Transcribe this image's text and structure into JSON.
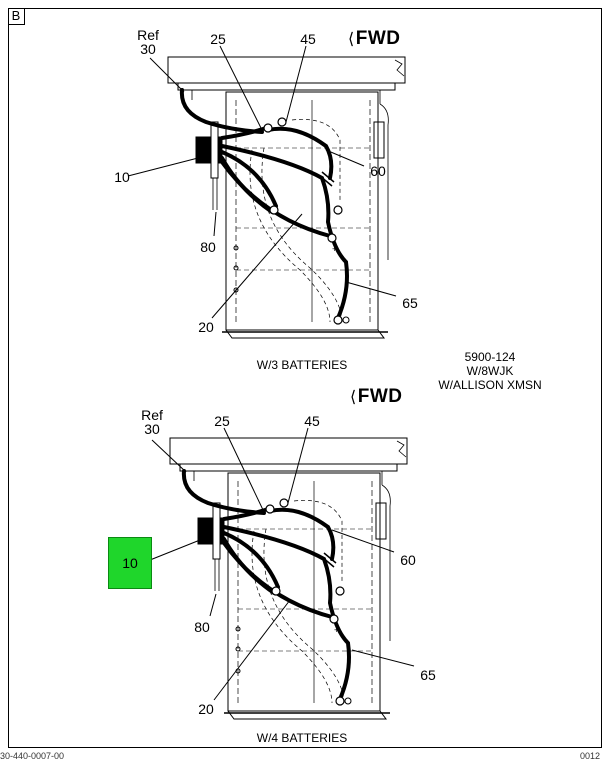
{
  "view_label": "B",
  "note": {
    "lines": [
      "5900-124",
      "W/8WJK",
      "W/ALLISON XMSN"
    ]
  },
  "views": [
    {
      "fwd_label": "FWD",
      "caption": "W/3 BATTERIES",
      "callouts": {
        "ref": "Ref",
        "c30": "30",
        "c25": "25",
        "c45": "45",
        "c10": "10",
        "c60": "60",
        "c80": "80",
        "c20": "20",
        "c65": "65"
      }
    },
    {
      "fwd_label": "FWD",
      "caption": "W/4 BATTERIES",
      "callouts": {
        "ref": "Ref",
        "c30": "30",
        "c25": "25",
        "c45": "45",
        "c10": "10",
        "c60": "60",
        "c80": "80",
        "c20": "20",
        "c65": "65"
      }
    }
  ],
  "footer": {
    "left": "30-440-0007-00",
    "right": "0012"
  },
  "colors": {
    "highlight": "#1fd62b",
    "line": "#000000"
  }
}
